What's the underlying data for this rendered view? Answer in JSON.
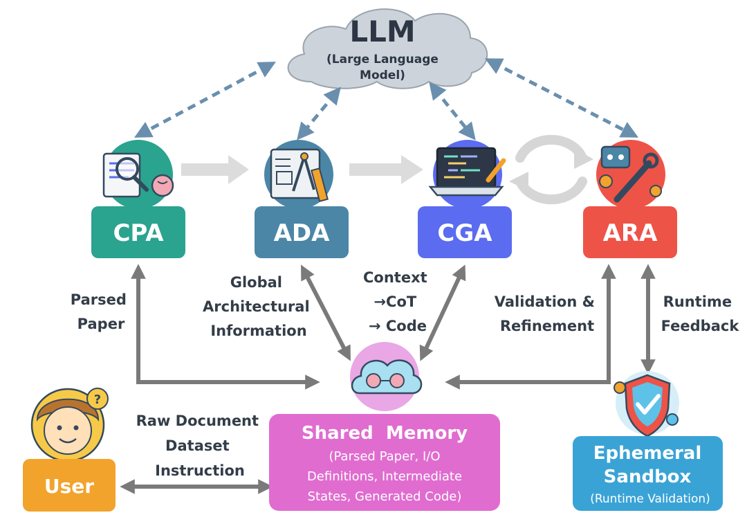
{
  "llm": {
    "title": "LLM",
    "subtitle_line1": "(Large Language",
    "subtitle_line2": "Model)"
  },
  "agents": {
    "cpa": {
      "label": "CPA",
      "color": "#2aa38f"
    },
    "ada": {
      "label": "ADA",
      "color": "#4b86a7"
    },
    "cga": {
      "label": "CGA",
      "color": "#5b6cf0"
    },
    "ara": {
      "label": "ARA",
      "color": "#ee5348"
    }
  },
  "edge_labels": {
    "parsed_paper": [
      "Parsed",
      "Paper"
    ],
    "global_arch": [
      "Global",
      "Architectural",
      "Information"
    ],
    "context": [
      "Context",
      "→CoT",
      "→ Code"
    ],
    "validation": [
      "Validation &",
      "Refinement"
    ],
    "runtime_feedback": [
      "Runtime",
      "Feedback"
    ],
    "raw_document": [
      "Raw Document",
      "Dataset",
      "Instruction"
    ]
  },
  "shared_memory": {
    "title": "Shared  Memory",
    "lines": [
      "(Parsed Paper, I/O",
      "Definitions, Intermediate",
      "States, Generated Code)"
    ],
    "color": "#e06ccf"
  },
  "user": {
    "label": "User",
    "color": "#f2a32c"
  },
  "sandbox": {
    "title_line1": "Ephemeral",
    "title_line2": "Sandbox",
    "subtitle": "(Runtime Validation)",
    "color": "#3aa3d6"
  },
  "icons": [
    "cloud-icon",
    "document-search-icon",
    "blueprint-icon",
    "code-laptop-icon",
    "robot-wrench-icon",
    "brain-cloud-icon",
    "user-avatar-icon",
    "shield-check-icon",
    "refresh-cycle-icon"
  ]
}
